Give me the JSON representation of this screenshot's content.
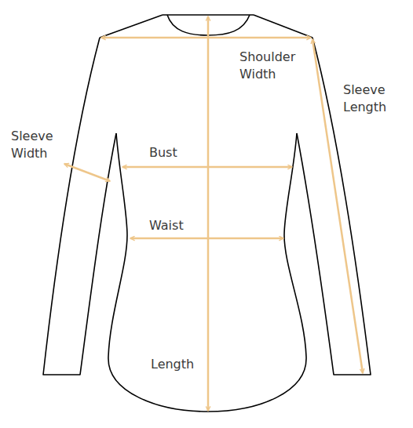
{
  "diagram": {
    "labels": [
      "Shoulder Width",
      "Sleeve Length",
      "Sleeve Width",
      "Bust",
      "Waist",
      "Length"
    ]
  }
}
